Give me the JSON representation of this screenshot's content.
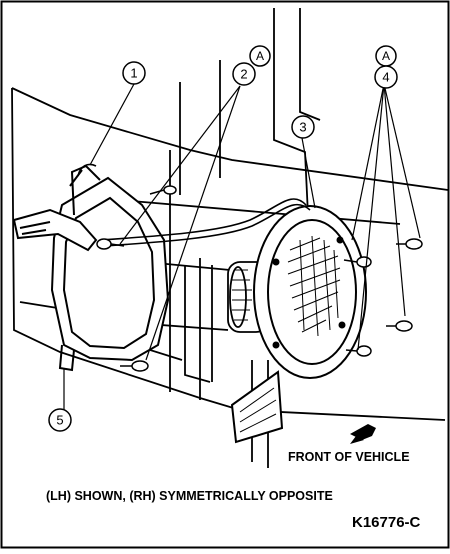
{
  "callouts": {
    "c1": "1",
    "c2": "2",
    "c3": "3",
    "c4": "4",
    "c5": "5",
    "detail_a_left": "A",
    "detail_a_right": "A"
  },
  "labels": {
    "front_of_vehicle": "FRONT OF VEHICLE",
    "caption": "(LH) SHOWN, (RH) SYMMETRICALLY OPPOSITE",
    "figure_id": "K16776-C"
  },
  "icons": {
    "direction_arrow": "front-arrow-icon"
  }
}
